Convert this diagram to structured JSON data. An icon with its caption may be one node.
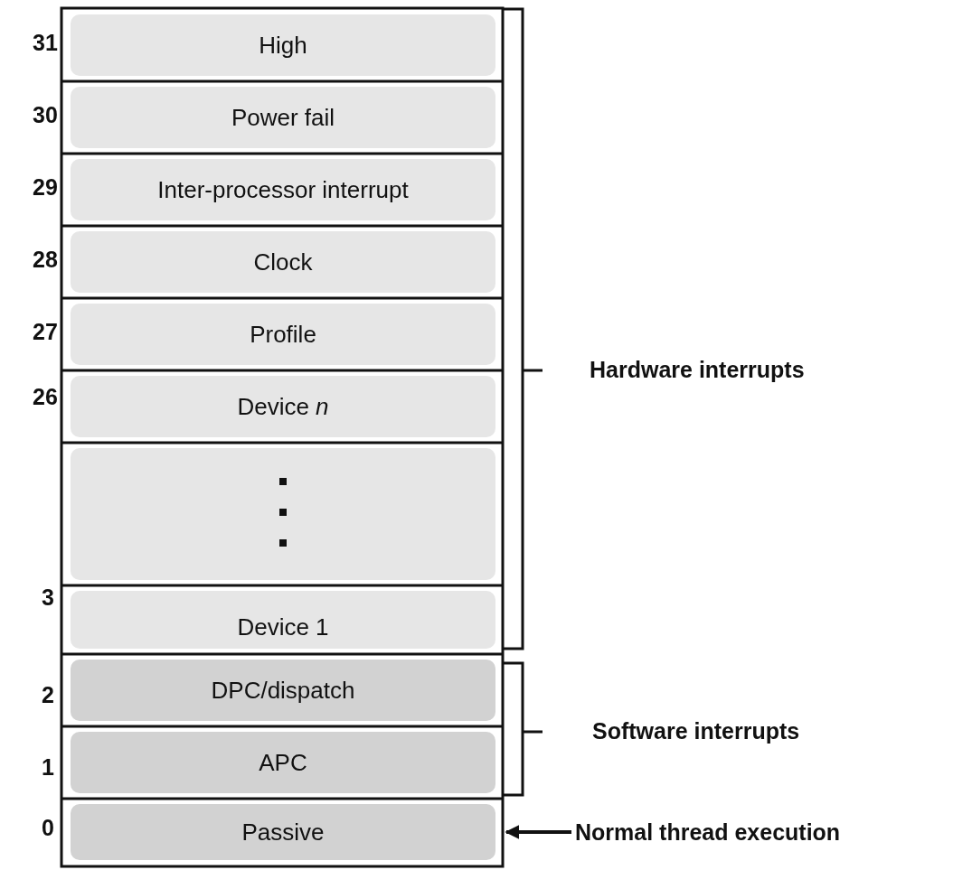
{
  "diagram": {
    "nodes": [
      {
        "text": [
          "High"
        ]
      },
      {
        "text": [
          "Power fail"
        ]
      },
      {
        "text": [
          "Inter-processor interrupt"
        ]
      },
      {
        "text": [
          "Clock"
        ]
      },
      {
        "text": [
          "Profile"
        ]
      },
      {
        "text": [
          "Device *n*"
        ]
      },
      {
        "text": [],
        "shape": "box"
      },
      {
        "text": [
          "Device 1"
        ]
      },
      {
        "text": [
          "DPC/dispatch"
        ]
      },
      {
        "text": [
          "APC"
        ]
      },
      {
        "text": [
          "Passive"
        ]
      },
      {
        "text": [
          "Normal thread execution"
        ]
      }
    ],
    "edges": [
      {
        "from": 11,
        "to": 10,
        "arrow": "to"
      }
    ],
    "labels": [
      "31",
      "30",
      "29",
      "28",
      "27",
      "26",
      "3",
      "2",
      "1",
      "0",
      "Hardware interrupts",
      "Software interrupts"
    ]
  }
}
